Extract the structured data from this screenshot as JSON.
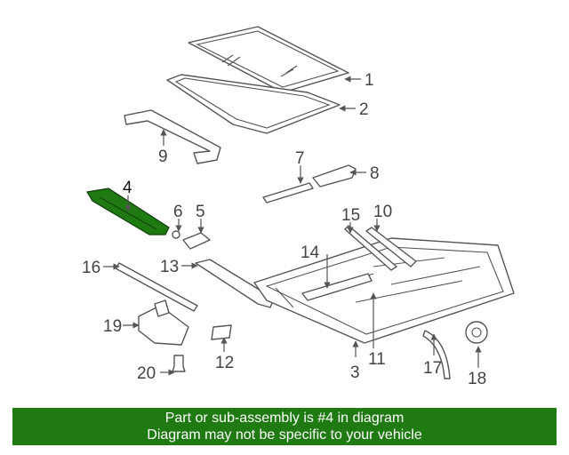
{
  "diagram": {
    "highlight_color": "#1f7a12",
    "callouts": [
      {
        "id": "1",
        "label": "1"
      },
      {
        "id": "2",
        "label": "2"
      },
      {
        "id": "3",
        "label": "3"
      },
      {
        "id": "4",
        "label": "4"
      },
      {
        "id": "5",
        "label": "5"
      },
      {
        "id": "6",
        "label": "6"
      },
      {
        "id": "7",
        "label": "7"
      },
      {
        "id": "8",
        "label": "8"
      },
      {
        "id": "9",
        "label": "9"
      },
      {
        "id": "10",
        "label": "10"
      },
      {
        "id": "11",
        "label": "11"
      },
      {
        "id": "12",
        "label": "12"
      },
      {
        "id": "13",
        "label": "13"
      },
      {
        "id": "14",
        "label": "14"
      },
      {
        "id": "15",
        "label": "15"
      },
      {
        "id": "16",
        "label": "16"
      },
      {
        "id": "17",
        "label": "17"
      },
      {
        "id": "18",
        "label": "18"
      },
      {
        "id": "19",
        "label": "19"
      },
      {
        "id": "20",
        "label": "20"
      }
    ]
  },
  "banner": {
    "line1": "Part or sub-assembly is #4 in diagram",
    "line2": "Diagram may not be specific to your vehicle",
    "color": "#1f7a12"
  }
}
